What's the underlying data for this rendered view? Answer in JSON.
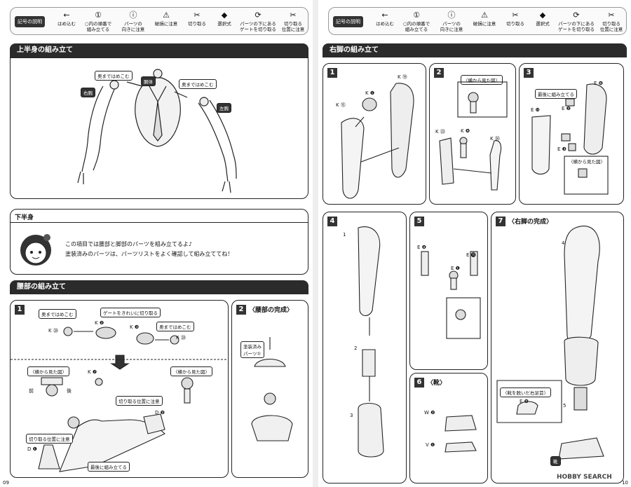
{
  "legend": {
    "label": "記号の説明",
    "items": [
      {
        "icon": "arrow-left-icon",
        "text": "はめ込む"
      },
      {
        "icon": "circle-number-icon",
        "text": "○内の順番で\n組み立てる"
      },
      {
        "icon": "exclamation-icon",
        "text": "パーツの\n向きに注意"
      },
      {
        "icon": "broken-icon",
        "text": "破損に注意"
      },
      {
        "icon": "cut-icon",
        "text": "切り取る"
      },
      {
        "icon": "select-icon",
        "text": "選択式"
      },
      {
        "icon": "gate-icon",
        "text": "パーツの下にある\nゲートを切り取る"
      },
      {
        "icon": "cut-position-icon",
        "text": "切り取る\n位置に注意"
      }
    ]
  },
  "left": {
    "upper_body": {
      "title": "上半身の組み立て",
      "labels": {
        "push_in_1": "奥まではめこむ",
        "torso": "胴体",
        "push_in_2": "奥まではめこむ",
        "right_arm": "右腕",
        "left_arm": "左腕"
      }
    },
    "lower_body": {
      "title": "下半身",
      "line1": "この項目では腰部と脚部のパーツを組み立てるよ♪",
      "line2": "塗装済みのパーツは、パーツリストをよく確認して組み立ててね！"
    },
    "waist": {
      "title": "腰部の組み立て",
      "step1": {
        "num": "1",
        "push_a": "奥まではめこむ",
        "gate": "ゲートをきれいに切り取る",
        "push_b": "奥まではめこむ",
        "part_k28a": "K ㉘",
        "part_k2": "K ❷",
        "part_k3": "K ❸",
        "part_k28b": "K ㉘",
        "side_view_a": "〈横から見た図〉",
        "front": "前",
        "back": "後",
        "part_k7": "K ❼",
        "side_view_b": "〈横から見た図〉",
        "cut_pos_a": "切り取る位置に注意",
        "cut_pos_b": "切り取る位置に注意",
        "part_d2": "D ❷",
        "part_d1": "D ❶",
        "assemble_last": "最後に組み立てる"
      },
      "step2": {
        "num": "2",
        "title": "〈腰部の完成〉",
        "painted": "塗装済み\nパーツ①"
      }
    },
    "page_number": "09"
  },
  "right": {
    "title": "右脚の組み立て",
    "p1": {
      "num": "1",
      "k19": "K ⑲",
      "k1": "K ❶",
      "k15": "K ⑮"
    },
    "p2": {
      "num": "2",
      "side": "〈横から見た図〉",
      "k23": "K ㉓",
      "k9": "K ❾",
      "k26": "K ㉖"
    },
    "p3": {
      "num": "3",
      "last": "最後に組み立てる",
      "e6": "E ❻",
      "e2": "E ❷",
      "e10": "E ❿",
      "e3": "E ❸",
      "side": "〈横から見た図〉"
    },
    "p4": {
      "num": "4",
      "n1": "1",
      "n2": "2",
      "n3": "3"
    },
    "p5": {
      "num": "5",
      "e4": "E ❹",
      "e11": "E ⓫",
      "e1": "E ❶"
    },
    "p6": {
      "num": "6",
      "title": "〈靴〉",
      "w2": "W ❷",
      "v1": "V ❶"
    },
    "p7": {
      "num": "7",
      "title": "〈右脚の完成〉",
      "n4": "4",
      "n5": "5",
      "barefoot": "〈靴を脱いだ右足首〉",
      "e8": "E ❽",
      "shoe": "靴"
    },
    "page_number": "10"
  },
  "watermark": "HOBBY SEARCH"
}
